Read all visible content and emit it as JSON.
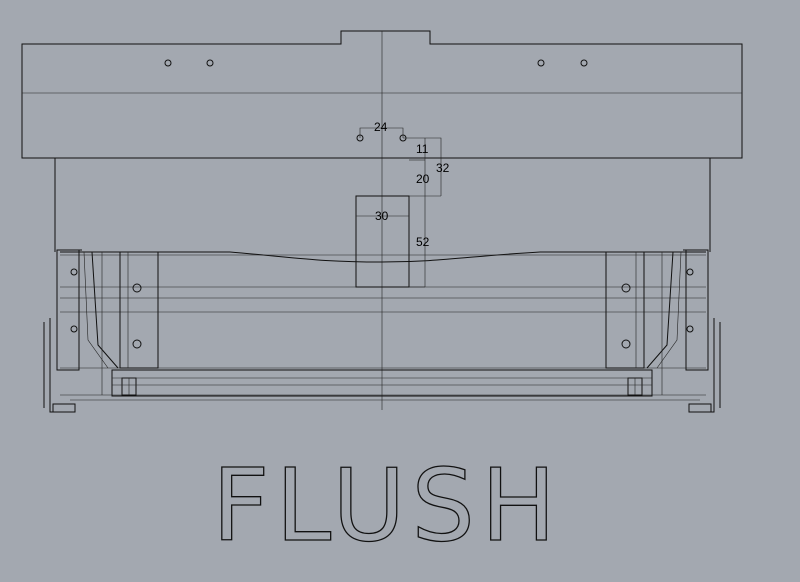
{
  "drawing": {
    "background": "#a3a8b0",
    "line_color": "#111111",
    "title": "FLUSH",
    "dimensions": [
      "24",
      "11",
      "32",
      "20",
      "30",
      "52"
    ]
  }
}
